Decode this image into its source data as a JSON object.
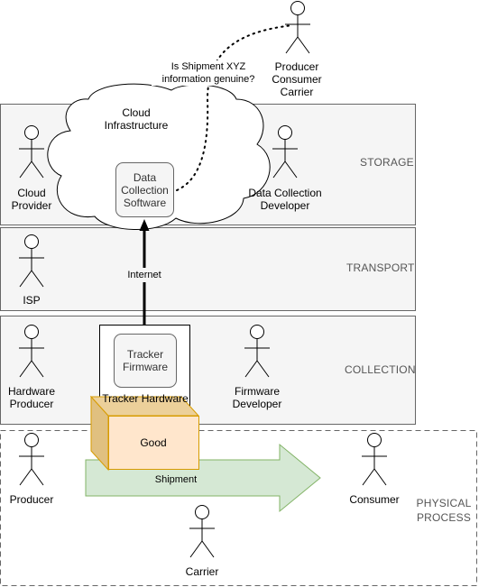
{
  "layers": {
    "storage": "STORAGE",
    "transport": "TRANSPORT",
    "collection": "COLLECTION",
    "physical": "PHYSICAL\nPROCESS"
  },
  "actors": {
    "top": "Producer\nConsumer\nCarrier",
    "cloud_provider": "Cloud\nProvider",
    "dc_developer": "Data Collection\nDeveloper",
    "isp": "ISP",
    "hw_producer": "Hardware\nProducer",
    "fw_developer": "Firmware\nDeveloper",
    "producer": "Producer",
    "consumer": "Consumer",
    "carrier": "Carrier"
  },
  "nodes": {
    "cloud": "Cloud\nInfrastructure",
    "dc_software": "Data\nCollection\nSoftware",
    "tracker_firmware": "Tracker\nFirmware",
    "tracker_hardware": "Tracker Hardware",
    "good": "Good"
  },
  "edges": {
    "internet": "Internet",
    "shipment": "Shipment",
    "question": "Is Shipment XYZ\ninformation genuine?"
  },
  "colors": {
    "layer_fill": "#f5f5f5",
    "layer_stroke": "#666666",
    "box_stroke": "#666666",
    "good_front": "#ffe6cc",
    "good_side": "#e0c080",
    "good_stroke": "#d79b00",
    "shipment_fill": "#d5e8d4",
    "shipment_stroke": "#82b366"
  }
}
